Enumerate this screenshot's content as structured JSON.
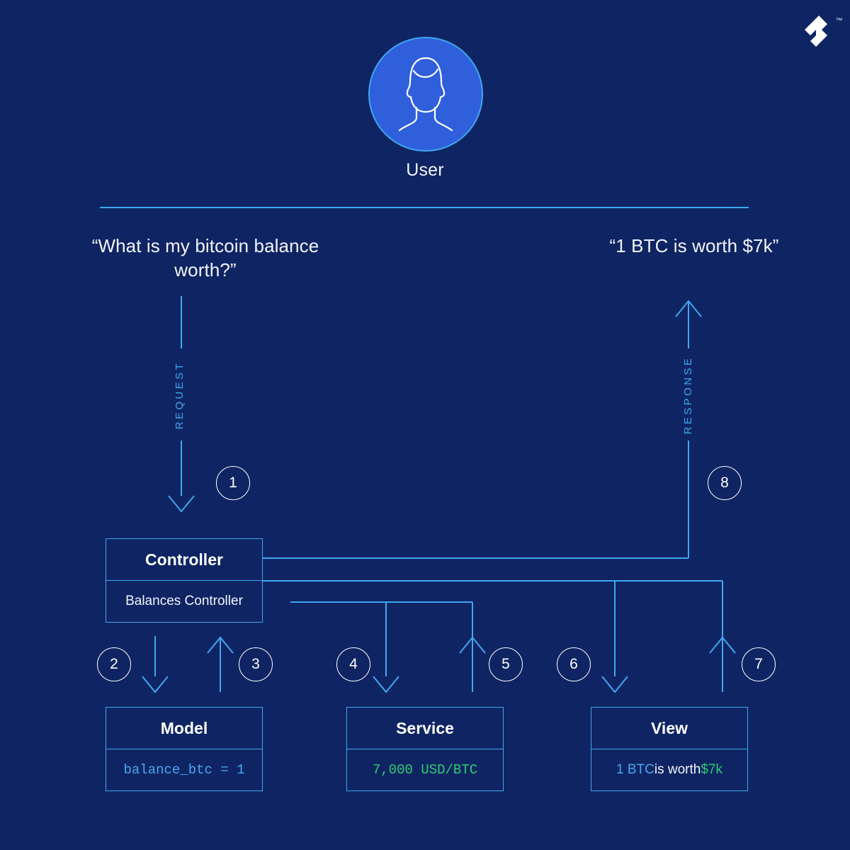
{
  "brand": {
    "name": "toptal-logo",
    "trademark": "™"
  },
  "user": {
    "label": "User",
    "avatar_icon": "user-avatar-icon"
  },
  "flow": {
    "request_label": "REQUEST",
    "response_label": "RESPONSE",
    "request_quote": "“What is my bitcoin balance worth?”",
    "response_quote": "“1 BTC is worth $7k”"
  },
  "steps": [
    {
      "number": "1"
    },
    {
      "number": "2"
    },
    {
      "number": "3"
    },
    {
      "number": "4"
    },
    {
      "number": "5"
    },
    {
      "number": "6"
    },
    {
      "number": "7"
    },
    {
      "number": "8"
    }
  ],
  "components": {
    "controller": {
      "title": "Controller",
      "body": "Balances Controller"
    },
    "model": {
      "title": "Model",
      "body": "balance_btc = 1"
    },
    "service": {
      "title": "Service",
      "body": "7,000 USD/BTC"
    },
    "view": {
      "title": "View",
      "body_parts": {
        "amount": "1 BTC",
        "middle": " is worth ",
        "price": "$7k"
      }
    }
  },
  "colors": {
    "background": "#0f2463",
    "accent_blue": "#3ea8ef",
    "avatar_blue": "#2f5fdb",
    "white": "#ffffff",
    "green": "#2ecc71",
    "code_blue": "#4aa8f0"
  }
}
